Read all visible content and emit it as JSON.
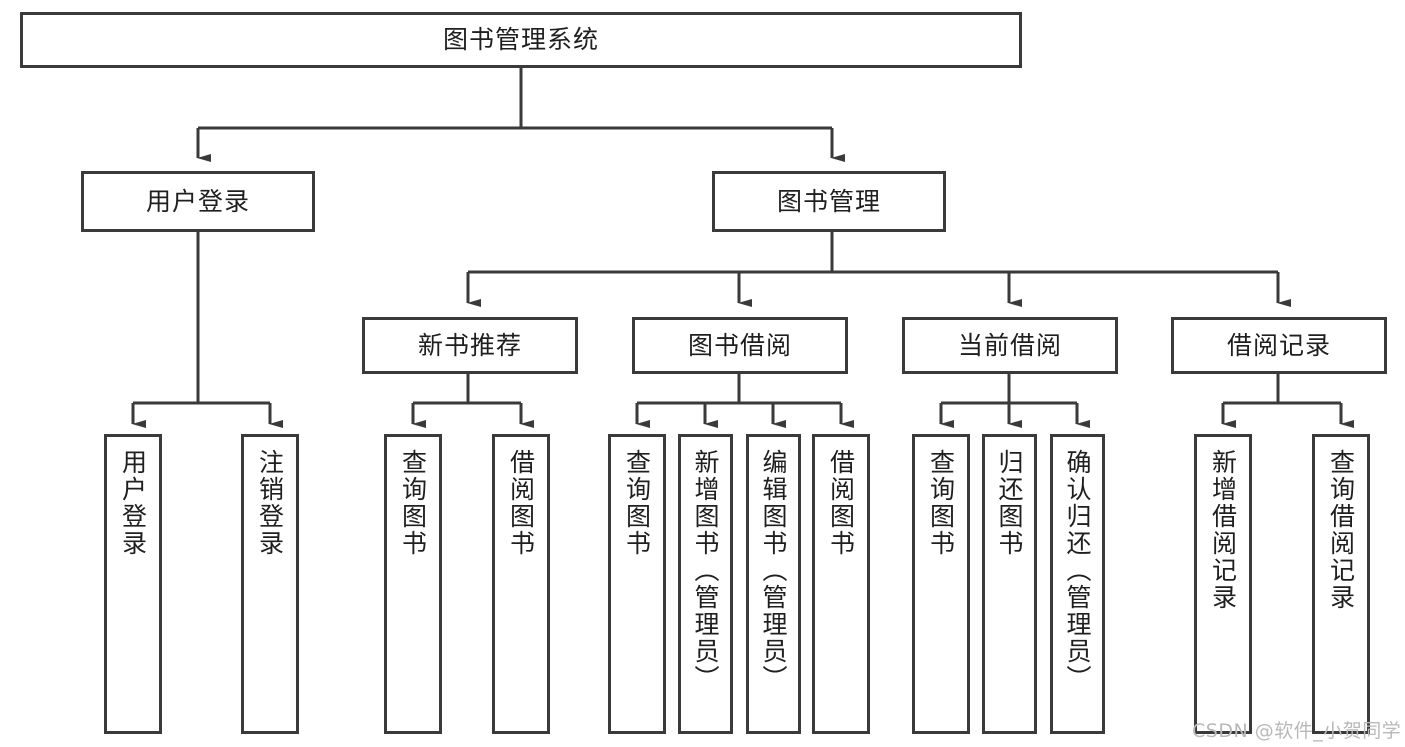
{
  "diagram": {
    "title": "图书管理系统",
    "type": "tree-hierarchy-diagram",
    "colors": {
      "box_border": "#3a3a3a",
      "box_fill": "#ffffff",
      "connector": "#3a3a3a",
      "text": "#1f1f1f",
      "watermark": "#b9b9b9",
      "background": "#ffffff"
    },
    "root": {
      "label": "图书管理系统"
    },
    "level2": [
      {
        "label": "用户登录"
      },
      {
        "label": "图书管理"
      }
    ],
    "level3": [
      {
        "label": "新书推荐"
      },
      {
        "label": "图书借阅"
      },
      {
        "label": "当前借阅"
      },
      {
        "label": "借阅记录"
      }
    ],
    "leaves": {
      "user_login": [
        {
          "label": "用户登录"
        },
        {
          "label": "注销登录"
        }
      ],
      "new_book_recommend": [
        {
          "label": "查询图书"
        },
        {
          "label": "借阅图书"
        }
      ],
      "book_borrow": [
        {
          "label": "查询图书"
        },
        {
          "label": "新增图书（管理员）"
        },
        {
          "label": "编辑图书（管理员）"
        },
        {
          "label": "借阅图书"
        }
      ],
      "current_borrow": [
        {
          "label": "查询图书"
        },
        {
          "label": "归还图书"
        },
        {
          "label": "确认归还（管理员）"
        }
      ],
      "borrow_record": [
        {
          "label": "新增借阅记录"
        },
        {
          "label": "查询借阅记录"
        }
      ]
    }
  },
  "watermark": {
    "text": "CSDN @软件_小贺同学"
  }
}
